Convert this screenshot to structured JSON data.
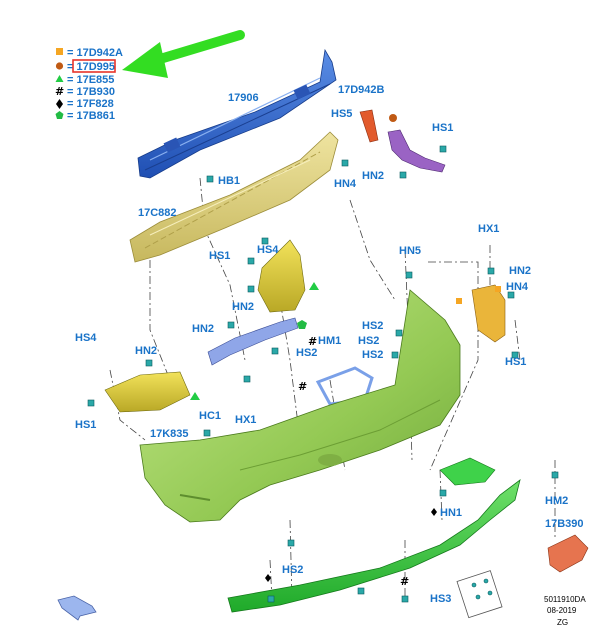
{
  "legend": [
    {
      "symbol": "square",
      "color": "#f5a623",
      "text": "= 17D942A"
    },
    {
      "symbol": "circle",
      "color": "#c05a14",
      "text": "= 17D995",
      "highlighted": true
    },
    {
      "symbol": "triangle",
      "color": "#22cc44",
      "text": "= 17E855"
    },
    {
      "symbol": "hash",
      "color": "#000000",
      "text": "= 17B930"
    },
    {
      "symbol": "diamond",
      "color": "#000000",
      "text": "= 17F828"
    },
    {
      "symbol": "pentagon",
      "color": "#22bb44",
      "text": "= 17B861"
    }
  ],
  "highlight_color": "#e8332a",
  "pointer_arrow_color": "#33dd22",
  "parts": {
    "impact_beam": "17906",
    "absorber": "17C882",
    "bracket_right": "17D942B",
    "bumper_cover": "17K835",
    "lower_plate": "17B390"
  },
  "fasteners": {
    "hb1": "HB1",
    "hs5": "HS5",
    "hs1_top": "HS1",
    "hn4_top": "HN4",
    "hn2_top": "HN2",
    "hs1_mid": "HS1",
    "hs4_mid": "HS4",
    "hn2_mid": "HN2",
    "hn5": "HN5",
    "hx1_right": "HX1",
    "hn2_right": "HN2",
    "hn4_right": "HN4",
    "hs1_right": "HS1",
    "hn2_left": "HN2",
    "hs2_a": "HS2",
    "hm1": "HM1",
    "hs2_b": "HS2",
    "hs2_c": "HS2",
    "hs2_d": "HS2",
    "hs4_left": "HS4",
    "hn2_lower_left": "HN2",
    "hs1_left": "HS1",
    "hx1_left": "HX1",
    "hc1": "HC1",
    "hn1": "HN1",
    "hm2": "HM2",
    "hs2_bottom": "HS2",
    "hs3": "HS3"
  },
  "footer": {
    "code": "5011910DA",
    "date": "08-2019",
    "suffix": "ZG"
  },
  "colors": {
    "beam": "#2f62c8",
    "absorber": "#d9cc7a",
    "bracket_purple": "#9a63c4",
    "bracket_orange": "#e25a2c",
    "bracket_green": "#8fae1c",
    "mount_yellow": "#eab53a",
    "cover": "#9ed15a",
    "diffuser": "#3cc83c",
    "plate": "#e6744f",
    "label": "#1a73c8"
  }
}
